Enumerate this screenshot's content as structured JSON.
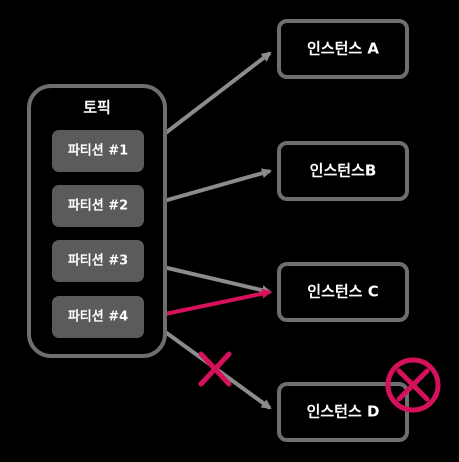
{
  "topic": {
    "title": "토픽"
  },
  "partitions": [
    {
      "label": "파티션 #1"
    },
    {
      "label": "파티션 #2"
    },
    {
      "label": "파티션 #3"
    },
    {
      "label": "파티션 #4"
    }
  ],
  "instances": [
    {
      "label": "인스턴스 A"
    },
    {
      "label": "인스턴스B"
    },
    {
      "label": "인스턴스 C"
    },
    {
      "label": "인스턴스 D"
    }
  ],
  "colors": {
    "background": "#000000",
    "border": "#6e6e6e",
    "partition_fill": "#5b5b5b",
    "arrow": "#8c8c8c",
    "highlight": "#d6115b",
    "text": "#ffffff"
  }
}
